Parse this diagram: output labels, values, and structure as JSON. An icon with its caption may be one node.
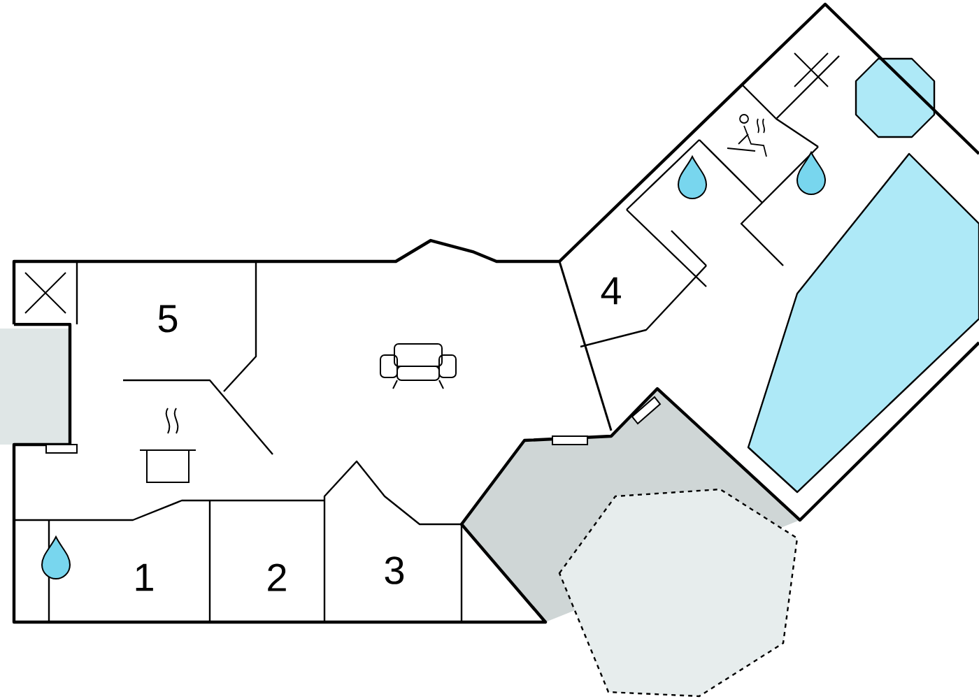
{
  "diagram": {
    "labels": [
      "4",
      "5",
      "1",
      "2",
      "3"
    ]
  }
}
